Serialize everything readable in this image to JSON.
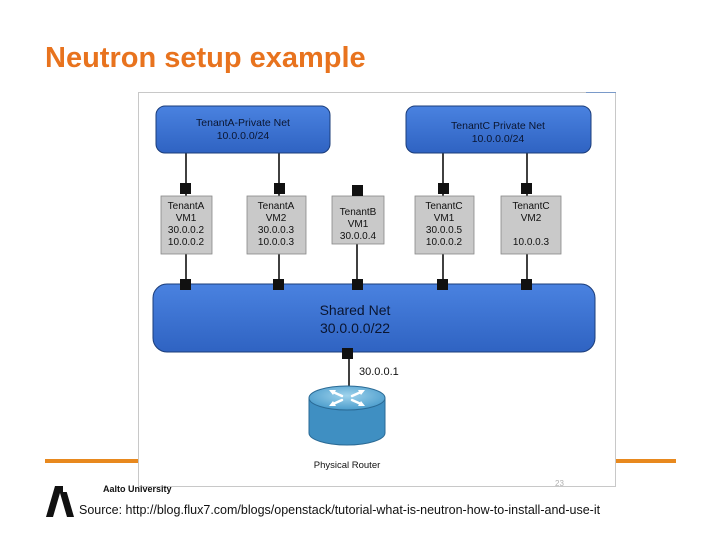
{
  "slide": {
    "title": "Neutron setup example",
    "page_number": "23",
    "university": "Aalto University",
    "source": "Source: http://blog.flux7.com/blogs/openstack/tutorial-what-is-neutron-how-to-install-and-use-it"
  },
  "diagram": {
    "tenant_a_net": {
      "line1": "TenantA-Private Net",
      "line2": "10.0.0.0/24"
    },
    "tenant_c_net": {
      "line1": "TenantC Private Net",
      "line2": "10.0.0.0/24"
    },
    "shared_net": {
      "line1": "Shared Net",
      "line2": "30.0.0.0/22"
    },
    "vms": [
      {
        "lines": [
          "TenantA",
          "VM1",
          "30.0.0.2",
          "10.0.0.2"
        ]
      },
      {
        "lines": [
          "TenantA",
          "VM2",
          "30.0.0.3",
          "10.0.0.3"
        ]
      },
      {
        "lines": [
          "TenantB",
          "VM1",
          "30.0.0.4"
        ]
      },
      {
        "lines": [
          "TenantC",
          "VM1",
          "30.0.0.5",
          "10.0.0.2"
        ]
      },
      {
        "lines": [
          "TenantC",
          "VM2",
          "10.0.0.3"
        ]
      }
    ],
    "router_ip": "30.0.0.1",
    "router_label": "Physical Router"
  },
  "colors": {
    "accent": "#e8731e",
    "net_blue": "#3d74d6",
    "vm_gray": "#c9c9c9"
  }
}
